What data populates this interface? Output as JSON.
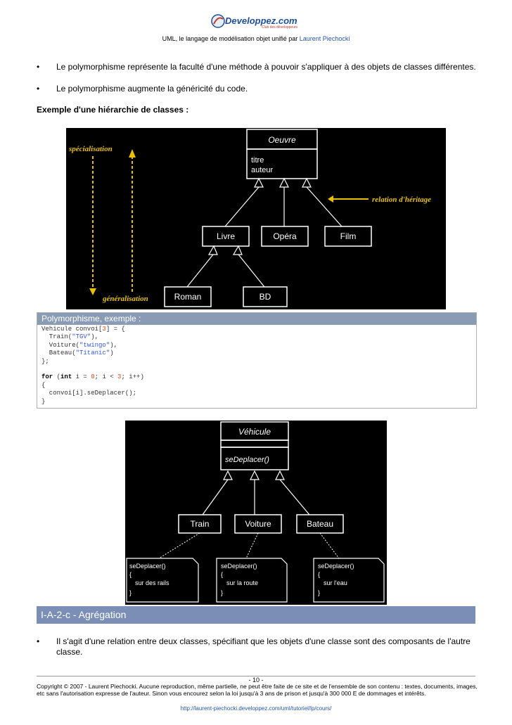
{
  "header": {
    "logo_text": "Developpez.com",
    "logo_subtext": "Club des développeurs",
    "title_prefix": "UML, le langage de modélisation objet unifié par ",
    "title_author": "Laurent Piechocki"
  },
  "bullets_top": [
    {
      "marker": "•",
      "text": "Le polymorphisme représente la faculté d'une méthode à pouvoir s'appliquer à des objets de classes différentes."
    },
    {
      "marker": "•",
      "text": "Le polymorphisme augmente la généricité du code."
    }
  ],
  "section_label": "Exemple d'une hiérarchie de classes :",
  "diagram1": {
    "specialisation": "spécialisation",
    "generalisation": "généralisation",
    "relation": "relation d'héritage",
    "root_name": "Oeuvre",
    "root_attr1": "titre",
    "root_attr2": "auteur",
    "mid1": "Livre",
    "mid2": "Opéra",
    "mid3": "Film",
    "leaf1": "Roman",
    "leaf2": "BD"
  },
  "code_box": {
    "title": "Polymorphisme, exemple :"
  },
  "diagram2": {
    "root_name": "Véhicule",
    "root_method": "seDeplacer()",
    "child1": "Train",
    "child2": "Voiture",
    "child3": "Bateau",
    "note_method": "seDeplacer()",
    "brace_open": "{",
    "brace_close": "}",
    "note1": "sur des rails",
    "note2": "sur la route",
    "note3": "sur l'eau"
  },
  "section_heading": "I-A-2-c - Agrégation",
  "bullet_bottom": {
    "marker": "•",
    "text": "Il s'agit d'une relation entre deux classes, spécifiant que les objets d'une classe sont des composants de l'autre classe."
  },
  "footer": {
    "page": "- 10 -",
    "copyright": "Copyright © 2007 - Laurent Piechocki. Aucune reproduction, même partielle, ne peut être faite de ce site et de l'ensemble de son contenu : textes, documents, images, etc sans l'autorisation expresse de l'auteur. Sinon vous encourez selon la loi jusqu'à 3 ans de prison et jusqu'à 300 000 E de dommages et intérêts.",
    "url": "http://laurent-piechocki.developpez.com/uml/tutoriel/lp/cours/"
  }
}
